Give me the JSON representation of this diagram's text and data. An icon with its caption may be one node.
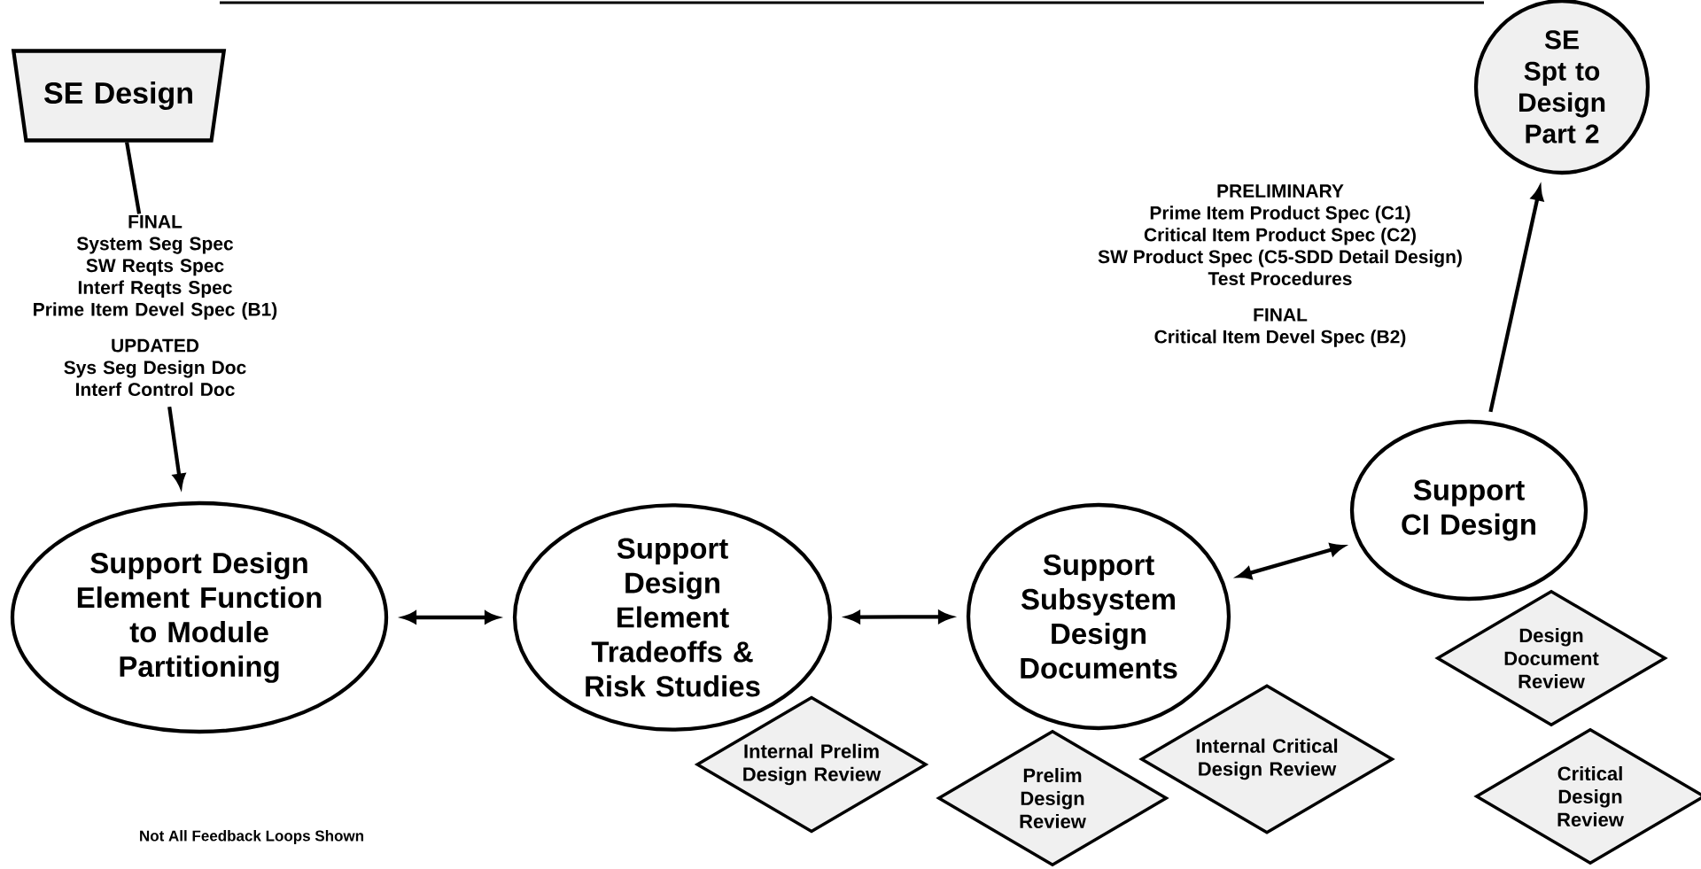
{
  "diagram": {
    "nodes": [
      {
        "text": [
          "SE Design"
        ]
      },
      {
        "text": [
          "FINAL",
          "System Seg Spec",
          "SW Reqts Spec",
          "Interf Reqts Spec",
          "Prime Item Devel Spec (B1)",
          "UPDATED",
          "Sys Seg Design Doc",
          "Interf Control Doc"
        ]
      },
      {
        "text": [
          "Support Design Element Function to Module Partitioning"
        ]
      },
      {
        "text": [
          "Support Design Element Tradeoffs & Risk Studies"
        ]
      },
      {
        "text": [
          "Support Subsystem Design Documents"
        ]
      },
      {
        "text": [
          "Support CI Design"
        ]
      },
      {
        "text": [
          "SE Spt to Design Part 2"
        ]
      },
      {
        "text": [
          "Internal Prelim Design Review"
        ]
      },
      {
        "text": [
          "Prelim Design Review"
        ]
      },
      {
        "text": [
          "Internal Critical Design Review"
        ]
      },
      {
        "text": [
          "Design Document Review"
        ]
      },
      {
        "text": [
          "Critical Design Review"
        ]
      }
    ],
    "edges": [
      {
        "from": 0,
        "to": 1,
        "arrow": "none"
      },
      {
        "from": 1,
        "to": 2,
        "arrow": "to"
      },
      {
        "from": 2,
        "to": 3,
        "arrow": "both"
      },
      {
        "from": 3,
        "to": 4,
        "arrow": "both"
      },
      {
        "from": 4,
        "to": 5,
        "arrow": "both"
      },
      {
        "from": 5,
        "to": 6,
        "arrow": "to"
      }
    ],
    "labels": [
      "PRELIMINARY",
      "Prime Item Product Spec (C1)",
      "Critical Item Product Spec (C2)",
      "SW Product Spec (C5-SDD Detail Design)",
      "Test Procedures",
      "FINAL",
      "Critical Item Devel Spec (B2)",
      "Not All Feedback Loops Shown"
    ]
  }
}
